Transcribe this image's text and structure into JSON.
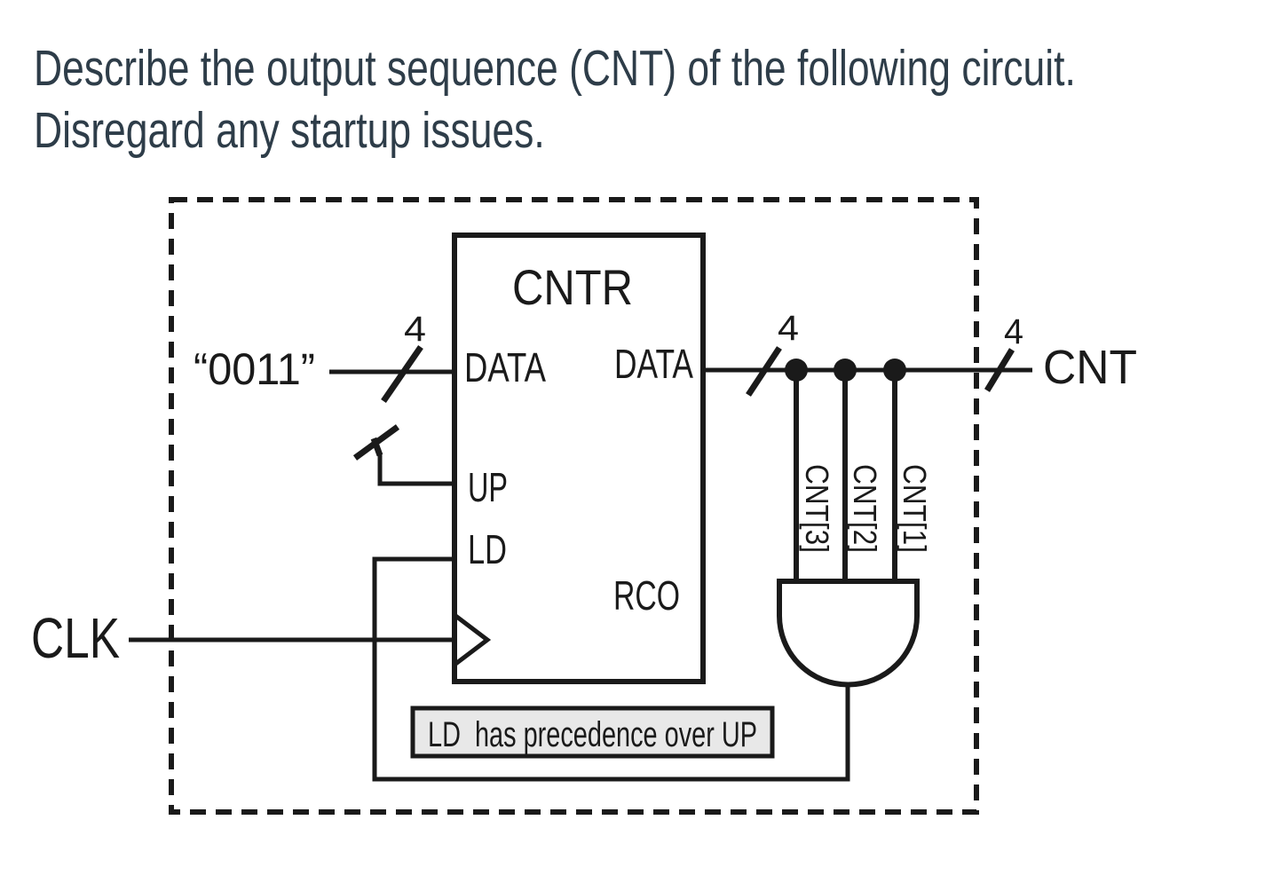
{
  "question": {
    "line1": "Describe the output sequence (CNT) of the following circuit.",
    "line2": "Disregard any startup issues."
  },
  "circuit": {
    "component": {
      "title": "CNTR",
      "port_data_in": "DATA",
      "port_data_out": "DATA",
      "port_up": "UP",
      "port_ld": "LD",
      "port_rco": "RCO"
    },
    "inputs": {
      "data_value": "“0011”",
      "clk": "CLK"
    },
    "outputs": {
      "cnt": "CNT"
    },
    "bus_widths": {
      "data_in": "4",
      "data_out": "4",
      "cnt": "4"
    },
    "taps": [
      "CNT[3]",
      "CNT[2]",
      "CNT[1]"
    ],
    "note": "LD  has precedence over UP"
  },
  "colors": {
    "ink": "#1a1a1a",
    "question_text": "#2e3d49",
    "note_fill": "#e8e8e8"
  }
}
